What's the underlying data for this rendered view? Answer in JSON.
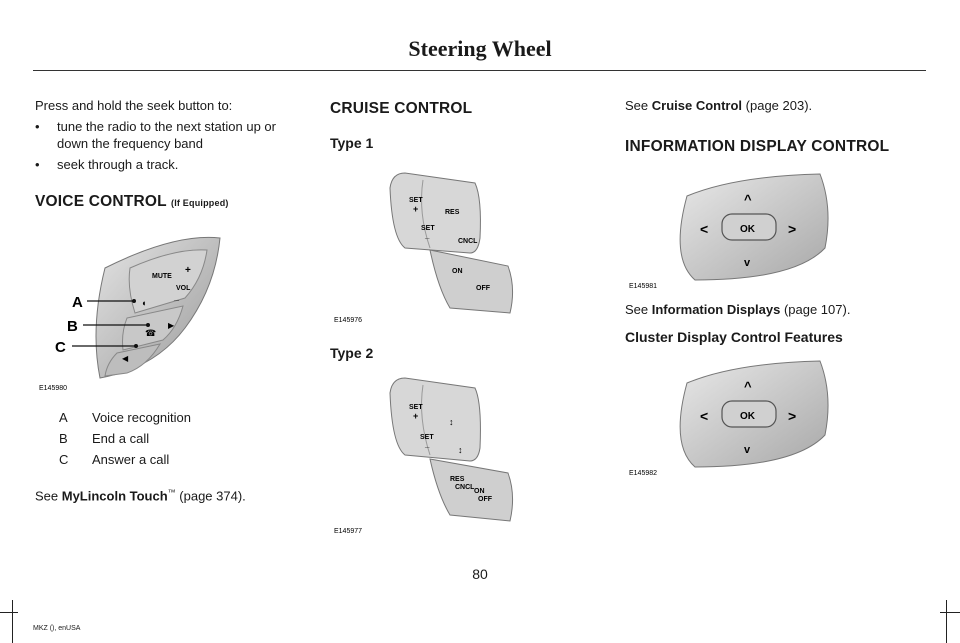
{
  "header": {
    "title": "Steering Wheel"
  },
  "col1": {
    "intro": "Press and hold the seek button to:",
    "bullets": [
      "tune the radio to the next station up or down the frequency band",
      "seek through a track."
    ],
    "voice_heading": "VOICE CONTROL",
    "voice_heading_note": "(If Equipped)",
    "figure": {
      "id": "E145980",
      "callouts": [
        "A",
        "B",
        "C"
      ],
      "button_labels": {
        "mute": "MUTE",
        "vol": "VOL",
        "plus": "+",
        "minus": "_"
      }
    },
    "legend": [
      {
        "key": "A",
        "text": "Voice recognition"
      },
      {
        "key": "B",
        "text": "End a call"
      },
      {
        "key": "C",
        "text": "Answer a call"
      }
    ],
    "see_prefix": "See ",
    "see_bold": "MyLincoln Touch",
    "see_tm": "™",
    "see_suffix": " (page 374)."
  },
  "col2": {
    "cruise_heading": "CRUISE CONTROL",
    "type1_heading": "Type 1",
    "type1_figure": {
      "id": "E145976",
      "labels": {
        "set_plus": "SET",
        "set_minus": "SET",
        "res": "RES",
        "cncl": "CNCL",
        "on": "ON",
        "off": "OFF"
      }
    },
    "type2_heading": "Type 2",
    "type2_figure": {
      "id": "E145977",
      "labels": {
        "set_plus": "SET",
        "set_minus": "SET",
        "res": "RES",
        "cncl": "CNCL",
        "on": "ON",
        "off": "OFF"
      }
    }
  },
  "col3": {
    "see1_prefix": "See ",
    "see1_bold": "Cruise Control",
    "see1_suffix": " (page 203).",
    "info_heading": "INFORMATION DISPLAY CONTROL",
    "info_figure": {
      "id": "E145981",
      "ok": "OK"
    },
    "see2_prefix": "See ",
    "see2_bold": "Information Displays",
    "see2_suffix": " (page 107).",
    "cluster_heading": "Cluster Display Control Features",
    "cluster_figure": {
      "id": "E145982",
      "ok": "OK"
    }
  },
  "footer": {
    "page_number": "80",
    "doc_id": "MKZ (), enUSA"
  }
}
